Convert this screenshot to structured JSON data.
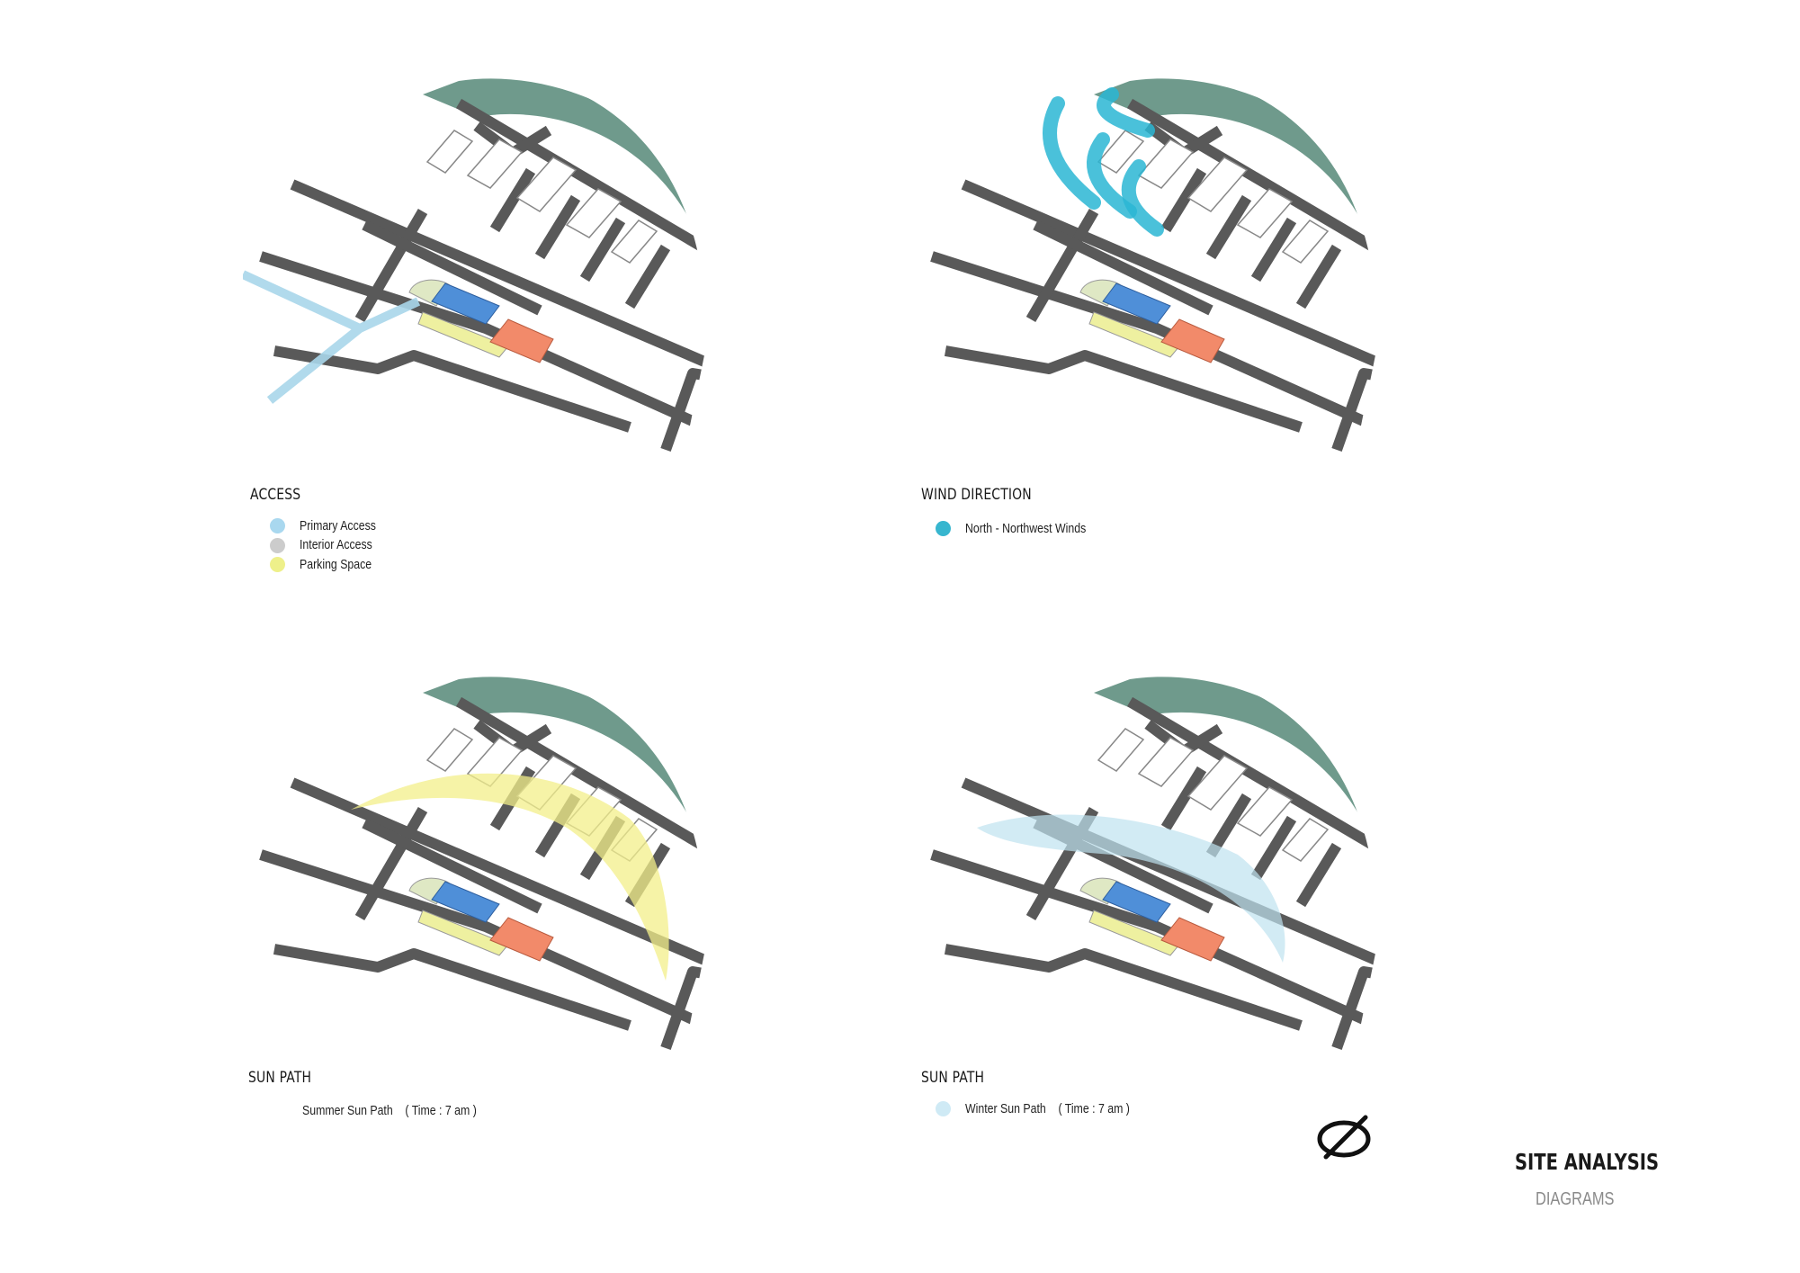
{
  "colors": {
    "road": "#595959",
    "building": "#ffffff",
    "park": "#5f8f80",
    "primary_access": "#a8d6ea",
    "interior_access": "#c8c8c8",
    "parking": "#eef0a0",
    "lawn": "#dfe8c4",
    "blue_building": "#4f8fd8",
    "orange_building": "#f28a6a",
    "wind": "#2ab6d4",
    "summer_sun": "#f3ef8a",
    "winter_sun": "#bfe2f0"
  },
  "panels": [
    {
      "title": "ACCESS",
      "overlay": "access",
      "legend": [
        {
          "label": "Primary Access",
          "color": "#a9d8ef"
        },
        {
          "label": "Interior Access",
          "color": "#cccccc"
        },
        {
          "label": "Parking Space",
          "color": "#eef08a"
        }
      ]
    },
    {
      "title": "WIND DIRECTION",
      "overlay": "wind",
      "legend": [
        {
          "label": "North - Northwest Winds",
          "color": "#37b6cf"
        }
      ]
    },
    {
      "title": "SUN PATH",
      "overlay": "summer",
      "legend": [
        {
          "label": "Summer Sun Path    ( Time : 7 am )",
          "color": ""
        }
      ]
    },
    {
      "title": "SUN PATH",
      "overlay": "winter",
      "legend": [
        {
          "label": "Winter Sun Path    ( Time : 7 am )",
          "color": "#cfeaf5"
        }
      ]
    }
  ],
  "sheet": {
    "title": "SITE ANALYSIS",
    "subtitle": "DIAGRAMS"
  },
  "icons": {
    "north_arrow": "north-arrow-icon"
  }
}
